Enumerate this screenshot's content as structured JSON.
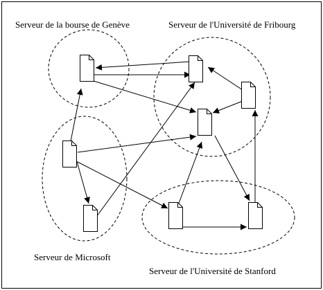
{
  "labels": {
    "geneve": "Serveur de la bourse de Genève",
    "fribourg": "Serveur de l'Université de Fribourg",
    "microsoft": "Serveur de Microsoft",
    "stanford": "Serveur de l'Université de Stanford"
  },
  "colors": {
    "ink": "#000000",
    "paper": "#ffffff"
  },
  "icons": {
    "node": "document-icon",
    "edge": "arrow"
  }
}
